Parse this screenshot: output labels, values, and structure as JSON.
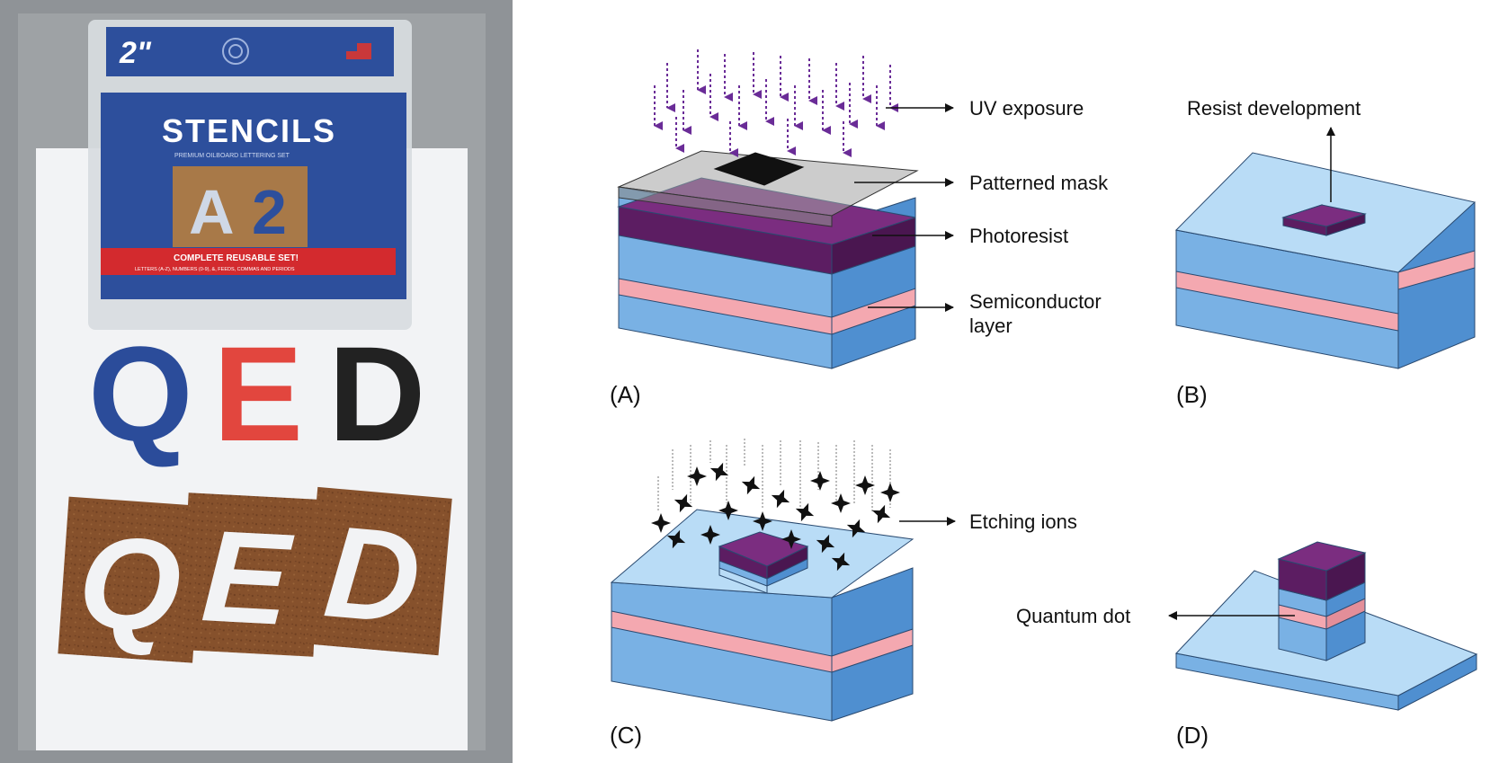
{
  "photo": {
    "package": {
      "size_label": "2\"",
      "brand": "STENCILS",
      "subtitle": "PREMIUM OILBOARD LETTERING SET",
      "sample": [
        "A",
        "2"
      ],
      "banner_title": "COMPLETE REUSABLE SET!",
      "banner_detail": "LETTERS (A-Z), NUMBERS (0-9), &, FEEDS, COMMAS AND PERIODS"
    },
    "painted_letters": [
      "Q",
      "E",
      "D"
    ],
    "stencil_letters": [
      "Q",
      "E",
      "D"
    ],
    "colors": {
      "blue": "#2b4c9a",
      "red": "#e2463e",
      "black": "#222222",
      "board": "#8a5530"
    }
  },
  "diagram": {
    "panels": {
      "a": {
        "label": "(A)",
        "callouts": {
          "uv": "UV exposure",
          "mask": "Patterned mask",
          "photoresist": "Photoresist",
          "semiconductor_line1": "Semiconductor",
          "semiconductor_line2": "layer"
        }
      },
      "b": {
        "label": "(B)",
        "callouts": {
          "resist": "Resist development"
        }
      },
      "c": {
        "label": "(C)",
        "callouts": {
          "ions": "Etching ions"
        }
      },
      "d": {
        "label": "(D)",
        "callouts": {
          "dot": "Quantum dot"
        }
      }
    },
    "colors": {
      "substrate_top": "#b9dcf6",
      "substrate_front": "#79b1e4",
      "substrate_side": "#4f8fd0",
      "pink": "#f4a8b0",
      "resist_top": "#7b2d80",
      "resist_side": "#5c1d62",
      "mask": "#9a9a9a",
      "uv_arrow": "#6a2c97"
    }
  }
}
